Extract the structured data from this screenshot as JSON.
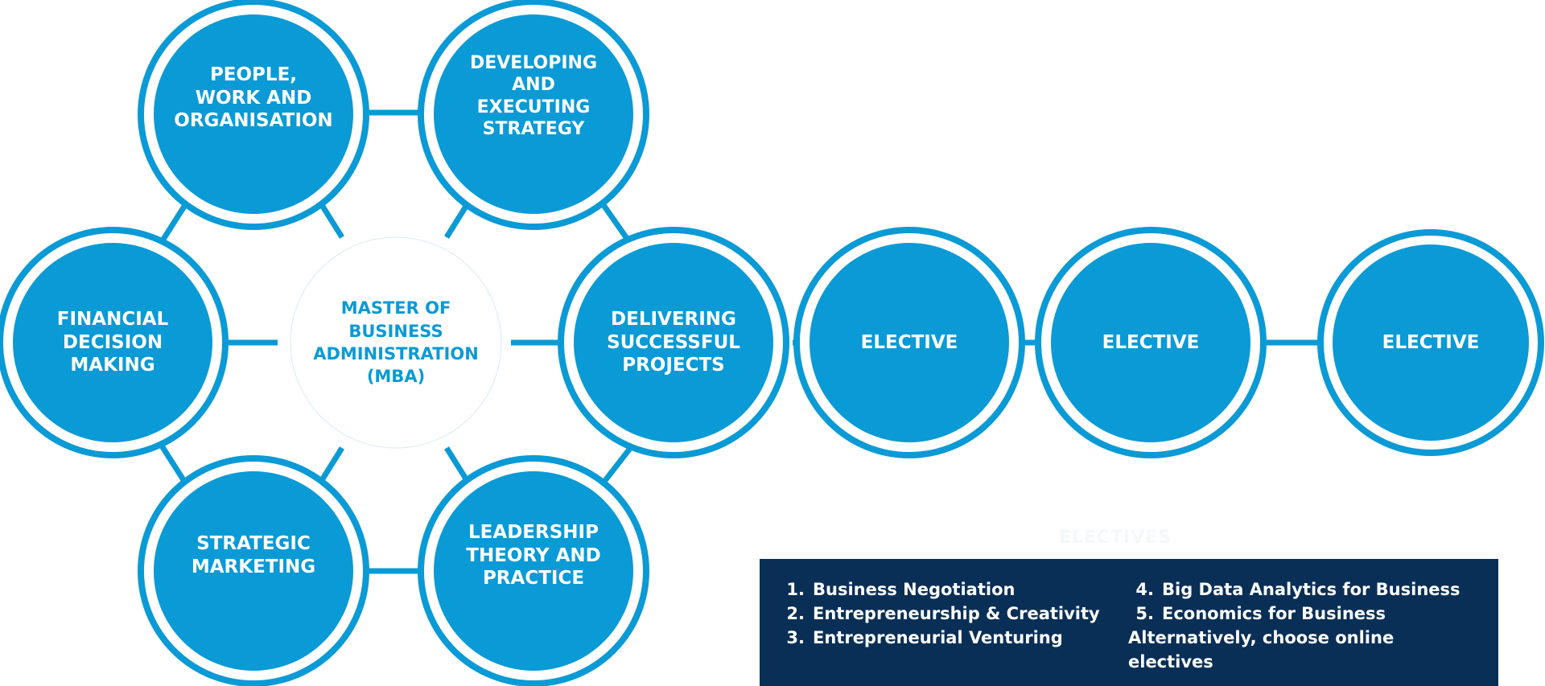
{
  "colors": {
    "circle_fill": "#0a9ad6",
    "ring": "#0a9ad6",
    "center_text": "#0a9ad6",
    "box_bg": "#0a2f56",
    "text_light": "#ffffff"
  },
  "diagram": {
    "center": "MASTER OF\nBUSINESS\nADMINISTRATION\n(MBA)",
    "people": "PEOPLE,\nWORK AND\nORGANISATION",
    "strategy": "DEVELOPING AND\nEXECUTING\nSTRATEGY",
    "financial": "FINANCIAL\nDECISION\nMAKING",
    "projects": "DELIVERING\nSUCCESSFUL\nPROJECTS",
    "marketing": "STRATEGIC\nMARKETING",
    "leadership": "LEADERSHIP\nTHEORY AND\nPRACTICE",
    "elective_1": "ELECTIVE",
    "elective_2": "ELECTIVE",
    "elective_3": "ELECTIVE"
  },
  "electives": {
    "heading": "ELECTIVES",
    "items": [
      {
        "num": "1.",
        "label": "Business Negotiation"
      },
      {
        "num": "2.",
        "label": "Entrepreneurship & Creativity"
      },
      {
        "num": "3.",
        "label": "Entrepreneurial Venturing"
      },
      {
        "num": "4.",
        "label": "Big Data Analytics for Business"
      },
      {
        "num": "5.",
        "label": "Economics for Business"
      }
    ],
    "note": "Alternatively, choose online electives"
  }
}
